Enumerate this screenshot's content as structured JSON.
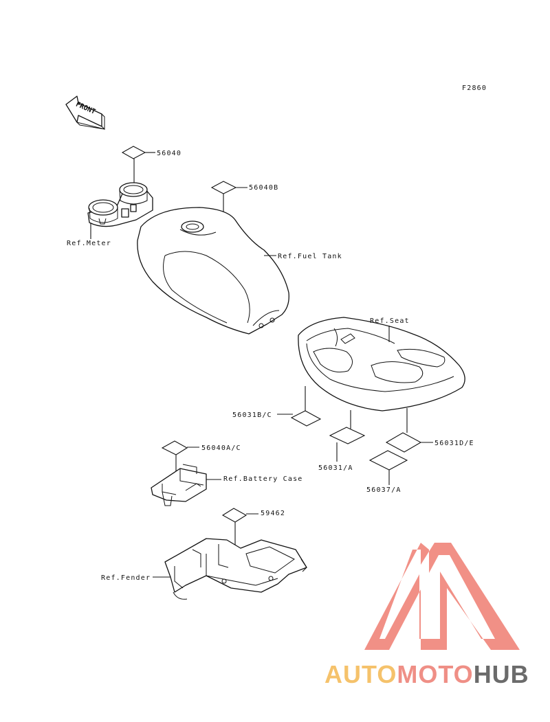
{
  "diagram": {
    "figure_code": "F2860",
    "front_arrow_label": "FRONT",
    "labels": {
      "decal_meter": "56040",
      "decal_tank": "56040B",
      "ref_meter": "Ref.Meter",
      "ref_fuel_tank": "Ref.Fuel Tank",
      "ref_seat": "Ref.Seat",
      "decal_seat_left": "56031B/C",
      "decal_seat_right": "56031D/E",
      "decal_seat_center": "56031/A",
      "decal_seat_lower": "56037/A",
      "decal_battery": "56040A/C",
      "ref_battery_case": "Ref.Battery Case",
      "decal_fender": "59462",
      "ref_fender": "Ref.Fender"
    }
  },
  "watermark": {
    "part1": "AUTO",
    "part2": "MOTO",
    "part3": "HUB",
    "colors": {
      "logo": "#f08a80",
      "auto": "#f5c26b",
      "moto": "#ef8f86",
      "hub": "#6b6b6b"
    }
  }
}
